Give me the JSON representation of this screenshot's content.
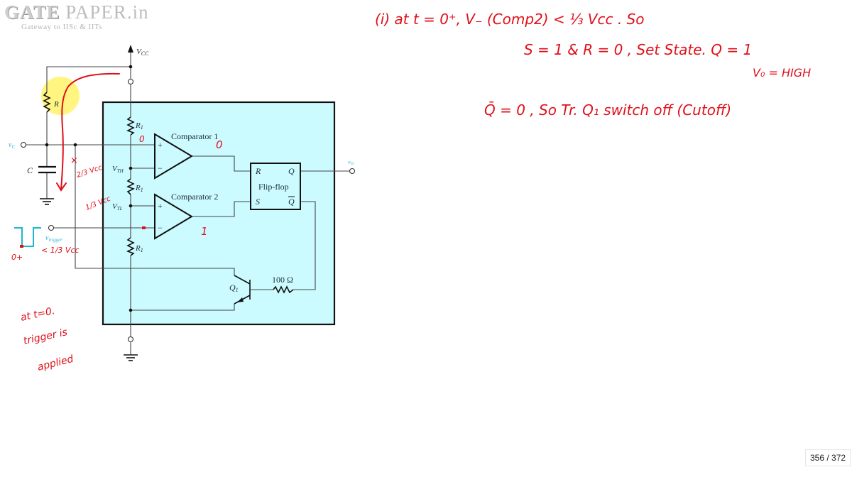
{
  "logo": {
    "main_a": "GATE",
    "main_b": " PAPER.in",
    "tagline": "Gateway to IISc & IITs"
  },
  "diagram": {
    "title": "555 Timer Monostable — internal block diagram",
    "labels": {
      "vcc": "V",
      "vcc_sub": "CC",
      "r_ext": "R",
      "c_ext": "C",
      "vc": "v",
      "vc_sub": "C",
      "r1_top": "R",
      "r1_mid": "R",
      "r1_bot": "R",
      "r1_sub": "1",
      "vth": "V",
      "vth_sub": "TH",
      "vtl": "V",
      "vtl_sub": "TL",
      "comp1": "Comparator 1",
      "comp2": "Comparator 2",
      "plus": "+",
      "minus": "−",
      "ff_r": "R",
      "ff_s": "S",
      "ff_q": "Q",
      "ff_qbar": "Q",
      "ff_title": "Flip-flop",
      "vo": "v",
      "vo_sub": "O",
      "vtrigger": "v",
      "vtrigger_sub": "trigger",
      "q1": "Q",
      "q1_sub": "1",
      "res_100": "100 Ω"
    },
    "colors": {
      "block_fill": "#ccfbff",
      "wire": "#444444",
      "ink": "#e0101a",
      "highlight": "#fff36a",
      "trigger_wave": "#1fb6d0"
    }
  },
  "annotations": {
    "on_diagram": {
      "comp1_plus_value": "0",
      "comp1_output_value": "0",
      "comp2_output_value": "1",
      "vth_value": "2/3 Vcc",
      "vtl_value": "1/3 Vcc",
      "trigger_time": "0+",
      "trigger_value": "< 1/3 Vcc",
      "cross_mark": "×"
    },
    "left_note": [
      "at t=0.",
      "trigger is",
      "applied"
    ],
    "right_notes": [
      "(i) at t = 0⁺,   V₋ (Comp2) < ⅓ Vcc .  So",
      "S = 1 & R = 0 ,  Set State.   Q = 1",
      "V₀ = HIGH",
      "Q̄ = 0 , So  Tr. Q₁  switch off (Cutoff)"
    ]
  },
  "viewer": {
    "page_counter": "356 / 372"
  }
}
